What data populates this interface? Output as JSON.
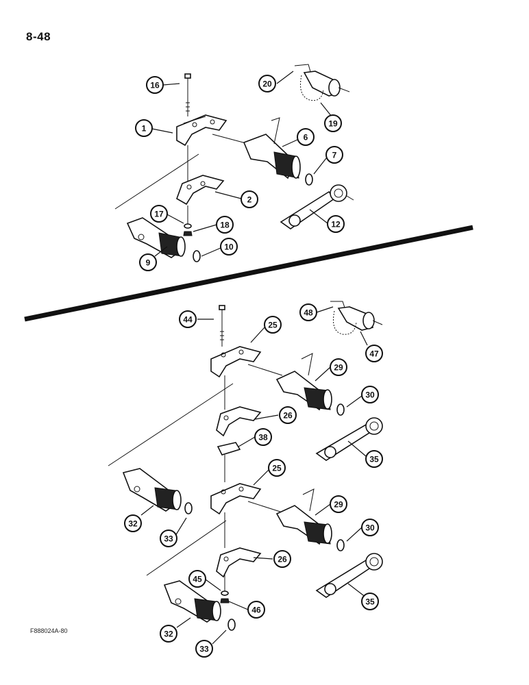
{
  "page_number": "8-48",
  "figure_code": "F888024A-80",
  "callouts_upper": [
    "16",
    "20",
    "19",
    "1",
    "6",
    "7",
    "2",
    "12",
    "17",
    "18",
    "10",
    "9"
  ],
  "callouts_lower": [
    "44",
    "48",
    "25",
    "47",
    "29",
    "30",
    "26",
    "38",
    "35",
    "25",
    "29",
    "32",
    "30",
    "33",
    "26",
    "45",
    "46",
    "35",
    "32",
    "33"
  ]
}
